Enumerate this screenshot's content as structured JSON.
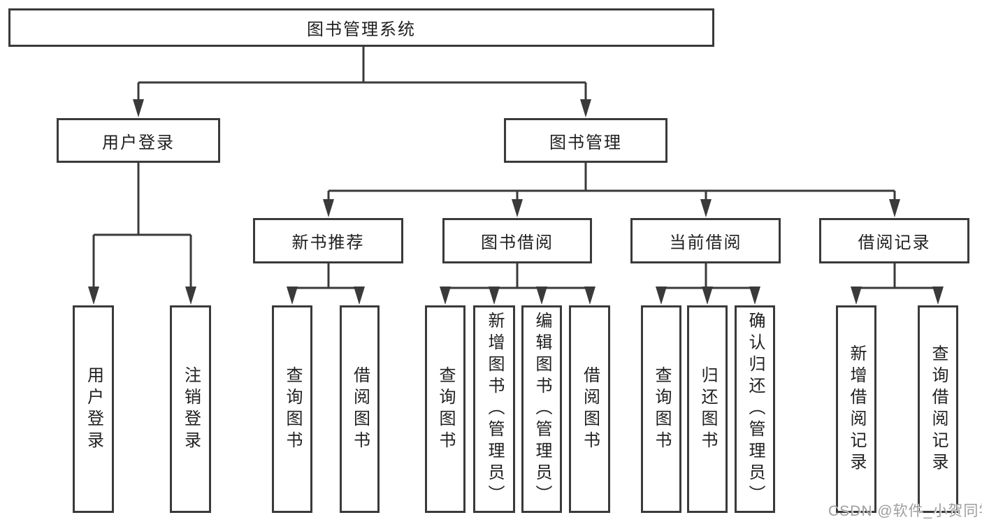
{
  "watermark": "CSDN @软件_小贺同学",
  "colors": {
    "line": "#3a3a3c",
    "box_border": "#3a3a3c",
    "box_fill": "#ffffff",
    "text": "#1f1f22",
    "watermark": "#9e9ea1"
  },
  "root": {
    "label": "图书管理系统",
    "children": [
      {
        "label": "用户登录",
        "children": [
          {
            "label": "用户登录"
          },
          {
            "label": "注销登录"
          }
        ]
      },
      {
        "label": "图书管理",
        "children": [
          {
            "label": "新书推荐",
            "children": [
              {
                "label": "查询图书"
              },
              {
                "label": "借阅图书"
              }
            ]
          },
          {
            "label": "图书借阅",
            "children": [
              {
                "label": "查询图书"
              },
              {
                "label": "新增图书（管理员）"
              },
              {
                "label": "编辑图书（管理员）"
              },
              {
                "label": "借阅图书"
              }
            ]
          },
          {
            "label": "当前借阅",
            "children": [
              {
                "label": "查询图书"
              },
              {
                "label": "归还图书"
              },
              {
                "label": "确认归还（管理员）"
              }
            ]
          },
          {
            "label": "借阅记录",
            "children": [
              {
                "label": "新增借阅记录"
              },
              {
                "label": "查询借阅记录"
              }
            ]
          }
        ]
      }
    ]
  }
}
